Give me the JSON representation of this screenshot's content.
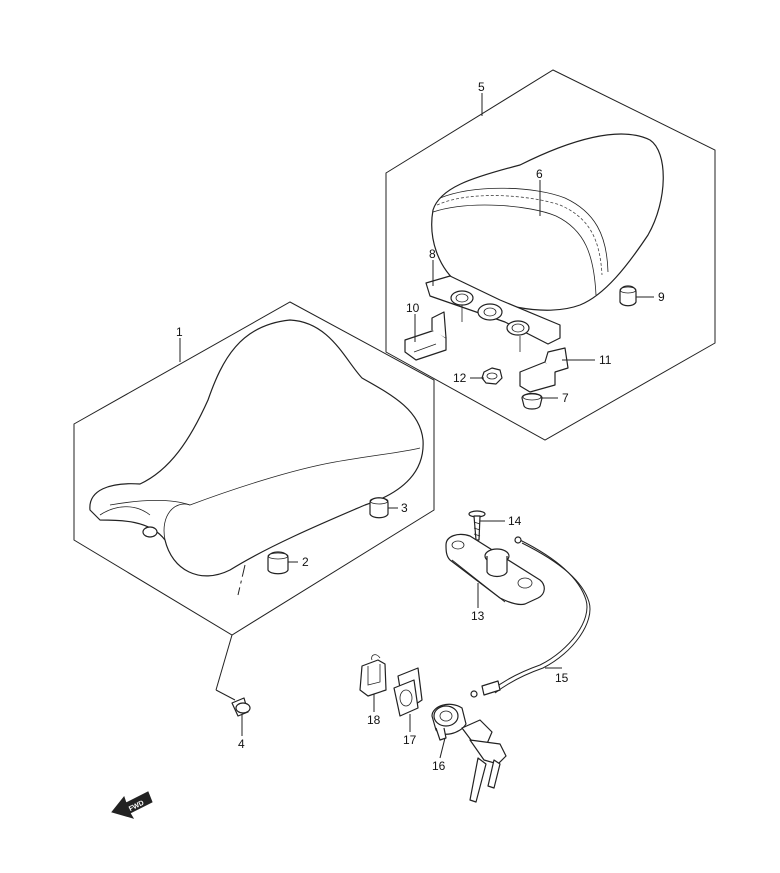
{
  "diagram": {
    "callouts": [
      {
        "id": "c1",
        "label": "1"
      },
      {
        "id": "c2",
        "label": "2"
      },
      {
        "id": "c3",
        "label": "3"
      },
      {
        "id": "c4",
        "label": "4"
      },
      {
        "id": "c5",
        "label": "5"
      },
      {
        "id": "c6",
        "label": "6"
      },
      {
        "id": "c7",
        "label": "7"
      },
      {
        "id": "c8",
        "label": "8"
      },
      {
        "id": "c9",
        "label": "9"
      },
      {
        "id": "c10",
        "label": "10"
      },
      {
        "id": "c11",
        "label": "11"
      },
      {
        "id": "c12",
        "label": "12"
      },
      {
        "id": "c13",
        "label": "13"
      },
      {
        "id": "c14",
        "label": "14"
      },
      {
        "id": "c15",
        "label": "15"
      },
      {
        "id": "c16",
        "label": "16"
      },
      {
        "id": "c17",
        "label": "17"
      },
      {
        "id": "c18",
        "label": "18"
      }
    ],
    "direction_marker": {
      "label": "FWD",
      "icon": "fwd-arrow-icon"
    }
  }
}
